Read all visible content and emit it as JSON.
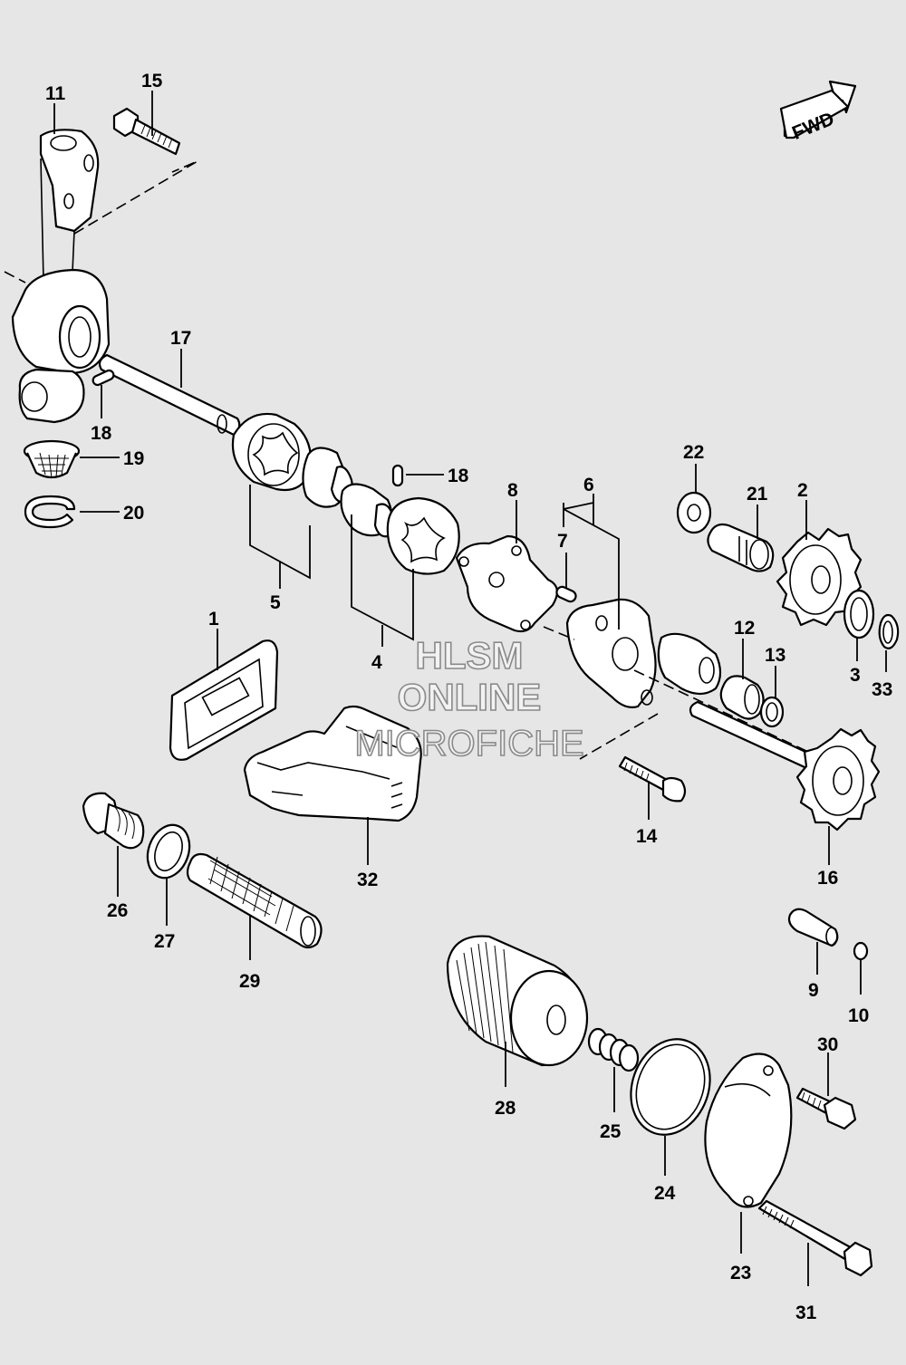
{
  "fwd_arrow": {
    "text": "FWD"
  },
  "watermark": {
    "line1": "HLSM",
    "line2": "ONLINE",
    "line3": "MICROFICHE"
  },
  "callouts": {
    "n1": "1",
    "n2": "2",
    "n3": "3",
    "n4": "4",
    "n5": "5",
    "n6": "6",
    "n7": "7",
    "n8": "8",
    "n9": "9",
    "n10": "10",
    "n11": "11",
    "n12": "12",
    "n13": "13",
    "n14": "14",
    "n15": "15",
    "n16": "16",
    "n17": "17",
    "n18a": "18",
    "n18b": "18",
    "n19": "19",
    "n20": "20",
    "n21": "21",
    "n22": "22",
    "n23": "23",
    "n24": "24",
    "n25": "25",
    "n26": "26",
    "n27": "27",
    "n28": "28",
    "n29": "29",
    "n30": "30",
    "n31": "31",
    "n32": "32",
    "n33": "33"
  },
  "colors": {
    "background": "#e6e6e6",
    "line": "#000000",
    "part_fill": "#ffffff"
  }
}
